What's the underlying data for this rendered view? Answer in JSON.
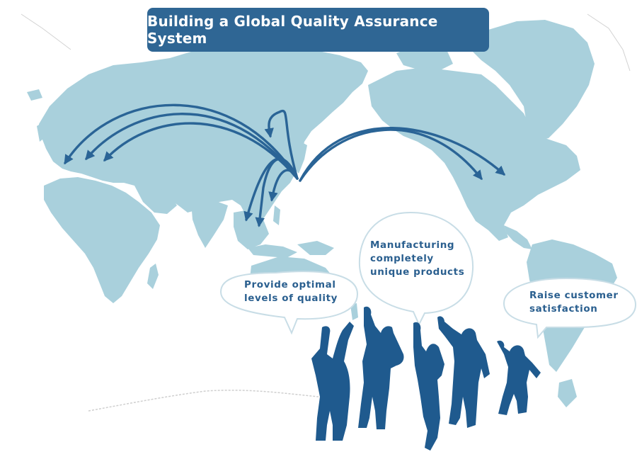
{
  "title": "Building a Global Quality Assurance System",
  "bubbles": [
    {
      "line1": "Provide optimal",
      "line2": "levels of quality"
    },
    {
      "line1": "Manufacturing",
      "line2": "completely",
      "line3": "unique products"
    },
    {
      "line1": "Raise customer",
      "line2": "satisfaction"
    }
  ],
  "colors": {
    "land": "#a9d0dc",
    "arrow": "#2a6496",
    "people": "#1f5a8e",
    "title_bg": "#2f6694",
    "bubble_text": "#2a5f8f"
  }
}
